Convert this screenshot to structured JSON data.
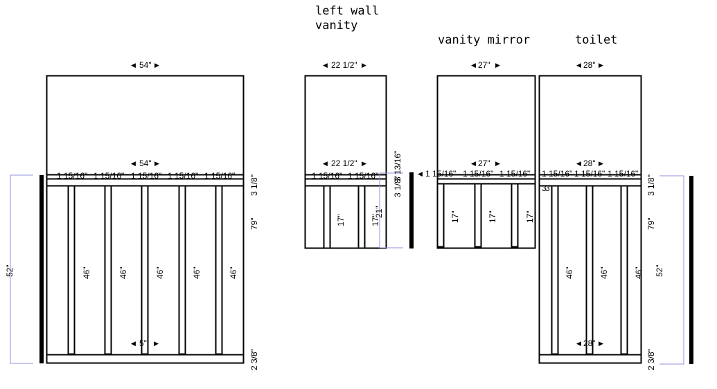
{
  "titles": {
    "left_wall_1": "left wall",
    "left_wall_2": "vanity",
    "vanity_mirror": "vanity mirror",
    "toilet": "toilet"
  },
  "panel1": {
    "width_top": "54\"",
    "width_mid": "54\"",
    "gaps": [
      "1 15/16\"",
      "1 15/16\"",
      "1 15/16\"",
      "1 15/16\"",
      "1 15/16\""
    ],
    "right_top": "3 1/8\"",
    "right_mid": "79\"",
    "right_bot": "2 3/8\"",
    "stud_heights": [
      "46\"",
      "46\"",
      "46\"",
      "46\"",
      "46\""
    ],
    "bottom_width": "5\"",
    "left_height": "52\""
  },
  "panel2": {
    "width_top": "22 1/2\"",
    "width_mid": "22 1/2\"",
    "gaps": [
      "1 15/16\"",
      "1 15/16\""
    ],
    "right_upper": "3 13/16\"",
    "right_lower": "3 1/8\"",
    "stud_heights": [
      "17\"",
      "17\""
    ],
    "side": "21\""
  },
  "panel3": {
    "width_top": "27\"",
    "width_mid": "27\"",
    "gaps": [
      "1 15/16\"",
      "1 15/16\"",
      "1 15/16\""
    ],
    "stud_heights": [
      "17\"",
      "17\"",
      "17\""
    ],
    "right_mark": "3"
  },
  "panel4": {
    "width_top": "28\"",
    "width_mid": "28\"",
    "gaps": [
      "1 15/16\"",
      "1 15/16\"",
      "1 15/16\""
    ],
    "left_mark": "3",
    "right_top": "3 1/8\"",
    "right_mid": "79\"",
    "right_bot": "2 3/8\"",
    "stud_heights": [
      "46\"",
      "46\"",
      "46\""
    ],
    "bottom_width": "28\"",
    "right_height": "52\""
  }
}
